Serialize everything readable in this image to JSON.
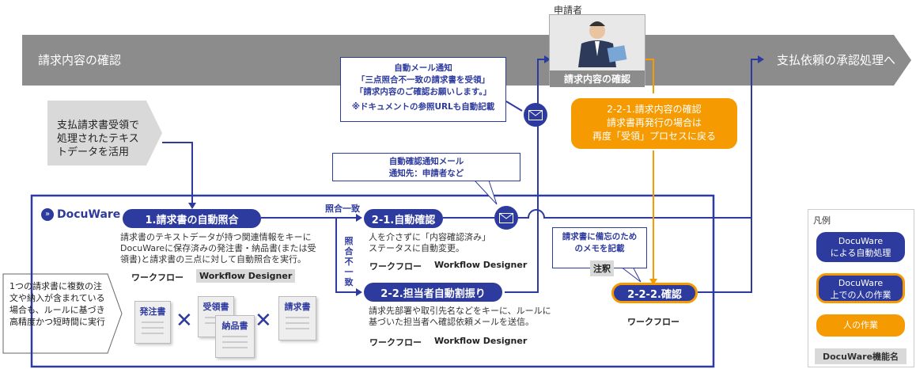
{
  "banner": {
    "left_label": "請求内容の確認",
    "right_label": "支払依頼の承認処理へ"
  },
  "applicant": {
    "label": "申請者",
    "check_label": "請求内容の確認"
  },
  "input_note": {
    "text": "支払請求書受領で\n処理されたテキス\nトデータを活用"
  },
  "brand": {
    "name": "DocuWare"
  },
  "email_callout": {
    "line1": "自動メール通知",
    "line2": "「三点照合不一致の請求書を受領」",
    "line3": "「請求内容のご確認お願いします。」",
    "line4": "※ドキュメントの参照URLも自動記載"
  },
  "confirm_mail_callout": {
    "line1": "自動確認通知メール",
    "line2": "通知先：申請者など"
  },
  "step1": {
    "label": "1.請求書の自動照合",
    "desc": "請求書のテキストデータが持つ関連情報をキーに\nDocuWareに保存済みの発注書・納品書(または受\n領書)と請求書の三点に対して自動照合を実行。",
    "tag1": "ワークフロー",
    "tag2": "Workflow Designer"
  },
  "branch": {
    "match": "照合一致",
    "mismatch": "照\n合\n不\n一\n致"
  },
  "step21": {
    "label": "2-1.自動確認",
    "desc": "人を介さずに「内容確認済み」\nステータスに自動変更。",
    "tag1": "ワークフロー",
    "tag2": "Workflow Designer"
  },
  "step22": {
    "label": "2-2.担当者自動割振り",
    "desc": "請求先部署や取引先名などをキーに、ルールに\n基づいた担当者へ確認依頼メールを送信。",
    "tag1": "ワークフロー",
    "tag2": "Workflow Designer"
  },
  "step221": {
    "text": "2-2-1.請求内容の確認\n請求書再発行の場合は\n再度「受領」プロセスに戻る"
  },
  "memo_callout": {
    "line1": "請求書に備忘のため",
    "line2": "のメモを記載",
    "tag": "注釈"
  },
  "step222": {
    "label": "2-2-2.確認",
    "tag": "ワークフロー"
  },
  "multi_note": {
    "text": "1つの請求書に複数の注\n文や納入が含まれている\n場合も、ルールに基づき\n高精度かつ短時間に実行"
  },
  "docs": {
    "order": "発注書",
    "receipt": "受領書",
    "delivery": "納品書",
    "invoice": "請求書"
  },
  "legend": {
    "title": "凡例",
    "auto": "DocuWare\nによる自動処理",
    "human_dw": "DocuWare\n上での人の作業",
    "human": "人の作業",
    "feature": "DocuWare機能名"
  },
  "colors": {
    "navy": "#2e3b9e",
    "orange": "#f59a00",
    "banner_gray": "#8c8c8c",
    "light_gray": "#d9d9d9"
  }
}
